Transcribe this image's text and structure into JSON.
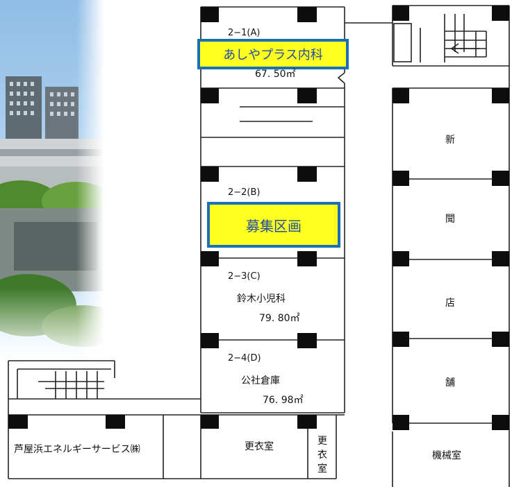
{
  "units": {
    "u21": {
      "code": "2−1(A)",
      "tenant": "あしやプラス内科",
      "area": "67. 50㎡"
    },
    "u22": {
      "code": "2−2(B)",
      "tenant": "募集区画"
    },
    "u23": {
      "code": "2−3(C)",
      "tenant": "鈴木小児科",
      "area": "79. 80㎡"
    },
    "u24": {
      "code": "2−4(D)",
      "tenant": "公社倉庫",
      "area": "76. 98㎡"
    }
  },
  "rooms": {
    "energy_service": "芦屋浜エネルギーサービス㈱",
    "locker_room": "更衣室",
    "locker_room_small": [
      "更",
      "衣",
      "室"
    ],
    "machine_room": "機械室",
    "newsstand": [
      "新",
      "聞",
      "店",
      "舗"
    ]
  },
  "colors": {
    "highlight_fill": "#ffff1f",
    "highlight_border": "#1a6fb5",
    "highlight_text": "#1f4fa0"
  },
  "icons": [
    "stair-icon",
    "arrow-left-icon",
    "building-photo"
  ]
}
